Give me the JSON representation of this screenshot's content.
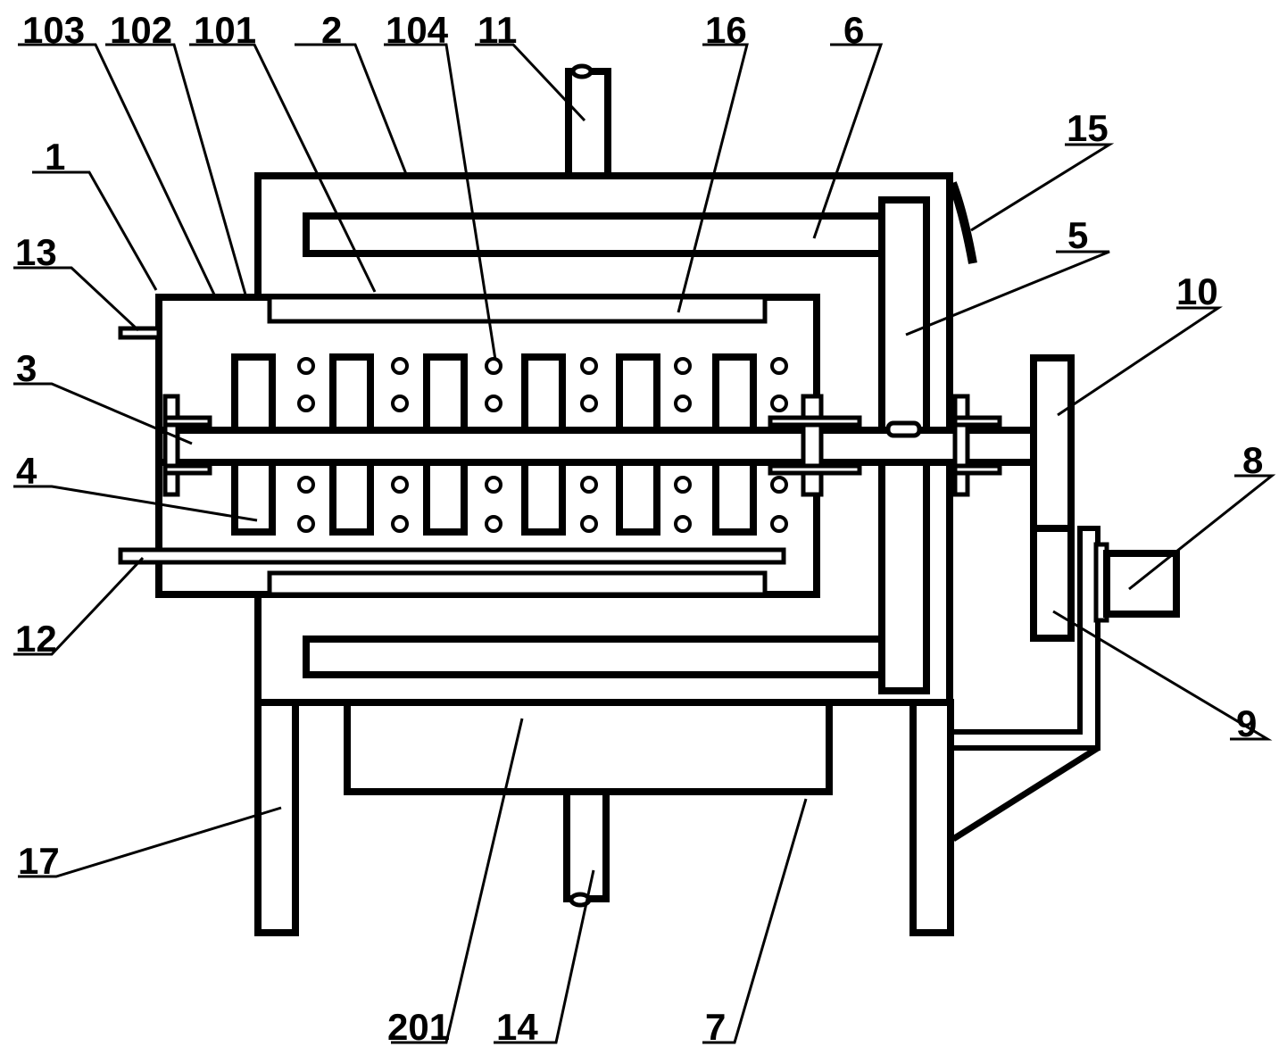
{
  "labels": {
    "n103": "103",
    "n102": "102",
    "n101": "101",
    "n2": "2",
    "n104": "104",
    "n11": "11",
    "n16": "16",
    "n6": "6",
    "n15": "15",
    "n1": "1",
    "n13": "13",
    "n5": "5",
    "n10": "10",
    "n3": "3",
    "n8": "8",
    "n4": "4",
    "n12": "12",
    "n9": "9",
    "n17": "17",
    "n201": "201",
    "n14": "14",
    "n7": "7"
  }
}
